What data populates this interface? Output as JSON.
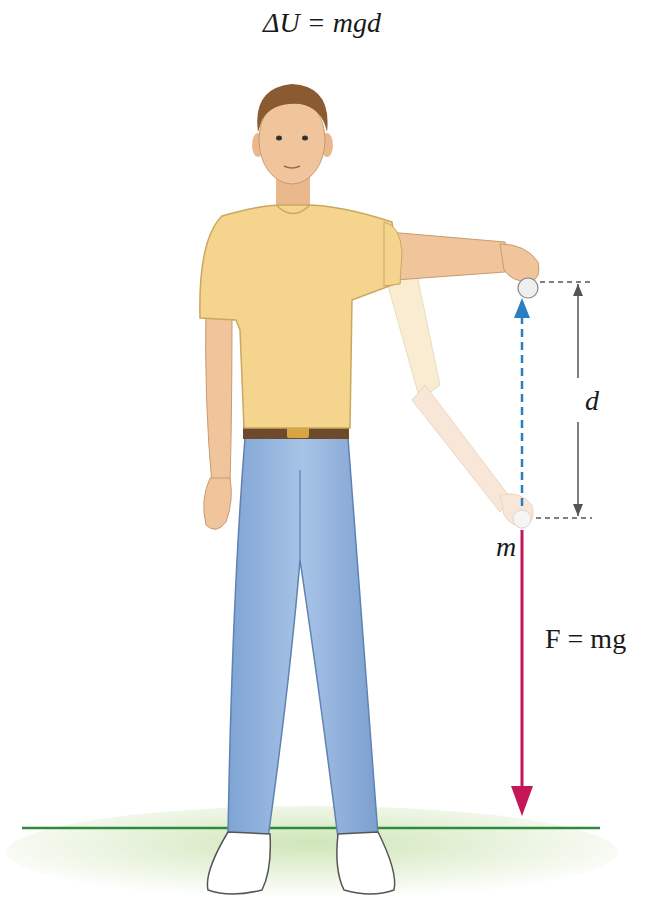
{
  "diagram": {
    "labels": [
      "ΔU = mgd",
      "d",
      "m",
      "F = mg"
    ]
  }
}
